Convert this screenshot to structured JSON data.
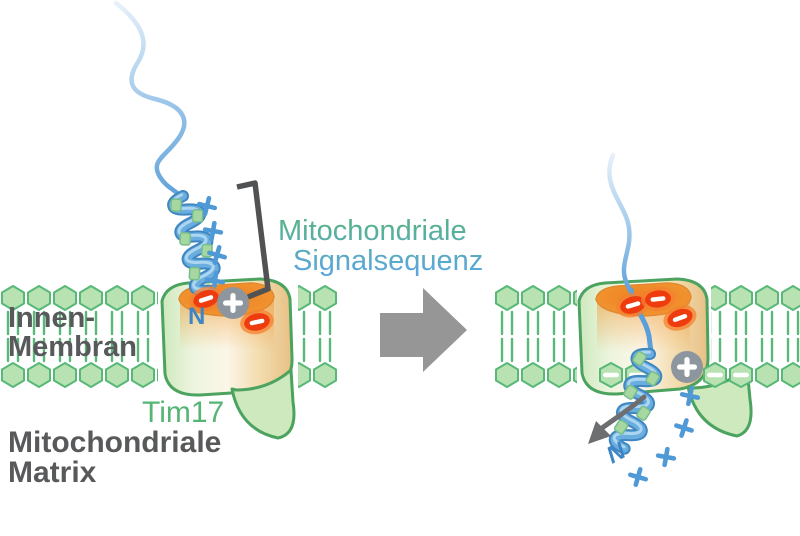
{
  "diagram": {
    "type": "biology-schematic",
    "subject": "Import of a positively charged mitochondrial presequence through the Tim17 channel of the inner membrane"
  },
  "labels": {
    "signal_sequence": {
      "line1": "Mitochondriale",
      "line2": "Signalsequenz"
    },
    "inner_membrane": {
      "line1": "Innen-",
      "line2": "Membran"
    },
    "channel": "Tim17",
    "matrix": {
      "line1": "Mitochondriale",
      "line2": "Matrix"
    },
    "n_terminus_left": "N",
    "n_terminus_right": "N"
  },
  "charges": {
    "plus_symbol": "+",
    "minus_symbol": "−",
    "left_panel": {
      "helix_plus_marks": 4,
      "pore_negative_ovals": 2,
      "n_terminal_positive_ball": 1
    },
    "right_panel": {
      "pore_negative_ovals": 3,
      "membrane_surface_negative_heads": 4,
      "positive_ball": 1,
      "helix_plus_marks": 4
    }
  },
  "colors": {
    "label_gray": "#58595b",
    "label_green": "#56b574",
    "label_blue": "#5ba7de",
    "membrane_green_stroke": "#57b877",
    "membrane_green_fill": "#b9e2b3",
    "channel_orange": "#ee7f1f",
    "channel_tan": "#e7c084",
    "negative_red": "#ee3c0e",
    "positive_gray": "#8d969e",
    "helix_blue": "#69aede",
    "plus_mark_blue": "#4f9ad6",
    "arrow_gray": "#969696"
  }
}
